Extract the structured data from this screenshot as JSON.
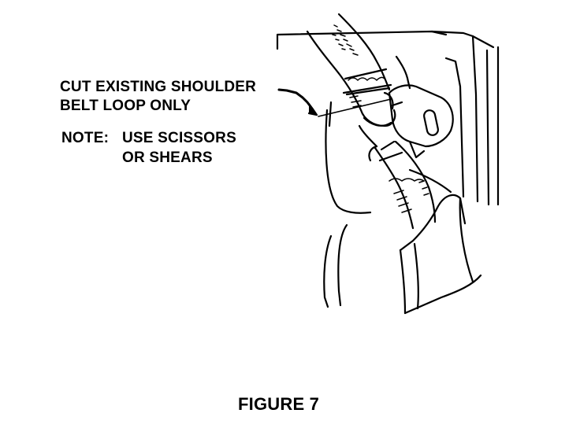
{
  "callout": {
    "line1": "CUT EXISTING SHOULDER",
    "line2": "BELT LOOP ONLY"
  },
  "note": {
    "prefix": "NOTE:",
    "line1": "USE SCISSORS",
    "line2": "OR SHEARS"
  },
  "caption": "FIGURE 7",
  "colors": {
    "ink": "#000000",
    "paper": "#ffffff"
  }
}
